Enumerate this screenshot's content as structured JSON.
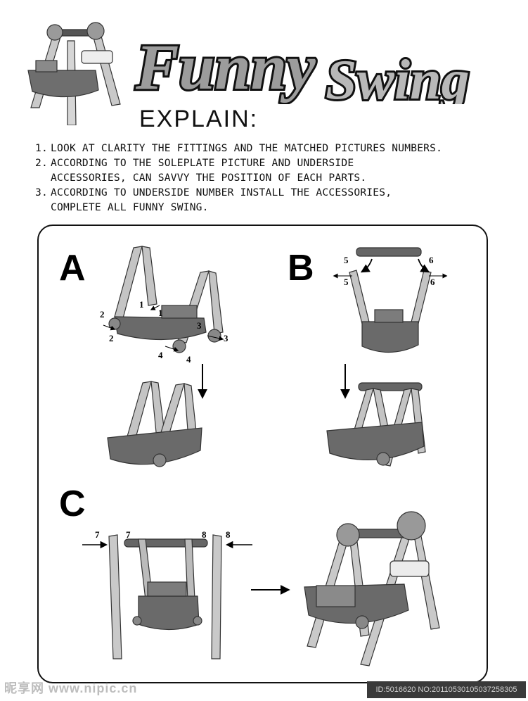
{
  "title": {
    "word1": "Funny",
    "word2": "Swing"
  },
  "explain_heading": "EXPLAIN:",
  "instructions": [
    {
      "num": "1.",
      "text": "LOOK AT CLARITY THE FITTINGS AND THE MATCHED PICTURES NUMBERS."
    },
    {
      "num": "2.",
      "text": "ACCORDING TO THE SOLEPLATE PICTURE AND UNDERSIDE\nACCESSORIES, CAN SAVVY THE POSITION OF EACH PARTS."
    },
    {
      "num": "3.",
      "text": "ACCORDING TO UNDERSIDE NUMBER INSTALL THE ACCESSORIES,\nCOMPLETE ALL FUNNY SWING."
    }
  ],
  "steps": {
    "a": {
      "letter": "A",
      "callouts": [
        "1",
        "1",
        "2",
        "2",
        "3",
        "3",
        "4",
        "4"
      ]
    },
    "b": {
      "letter": "B",
      "callouts": [
        "5",
        "5",
        "6",
        "6"
      ]
    },
    "c": {
      "letter": "C",
      "callouts": [
        "7",
        "7",
        "8",
        "8"
      ]
    }
  },
  "watermark": {
    "site": "昵享网 www.nipic.cn",
    "id": "ID:5016620 NO:20110530105037258305"
  }
}
